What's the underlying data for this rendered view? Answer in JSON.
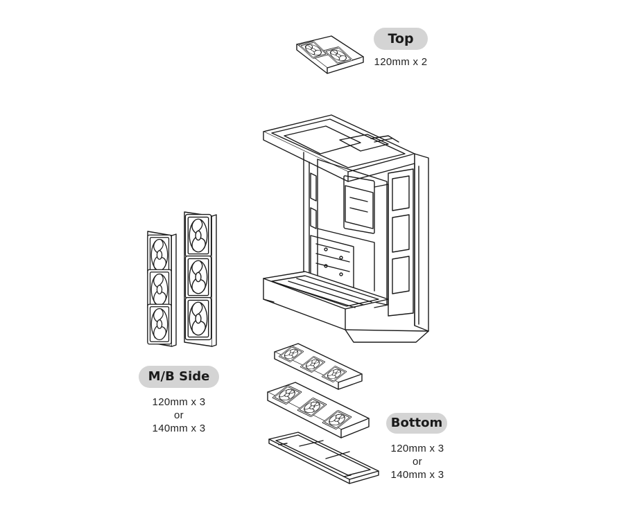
{
  "labels": {
    "top": {
      "title": "Top",
      "lines": [
        "120mm x 2"
      ]
    },
    "mb_side": {
      "title": "M/B Side",
      "lines": [
        "120mm x 3",
        "or",
        "140mm x 3"
      ]
    },
    "bottom": {
      "title": "Bottom",
      "lines": [
        "120mm x 3",
        "or",
        "140mm x 3"
      ]
    }
  },
  "colors": {
    "pill": "#d4d4d4",
    "line": "#1a1a1a"
  }
}
